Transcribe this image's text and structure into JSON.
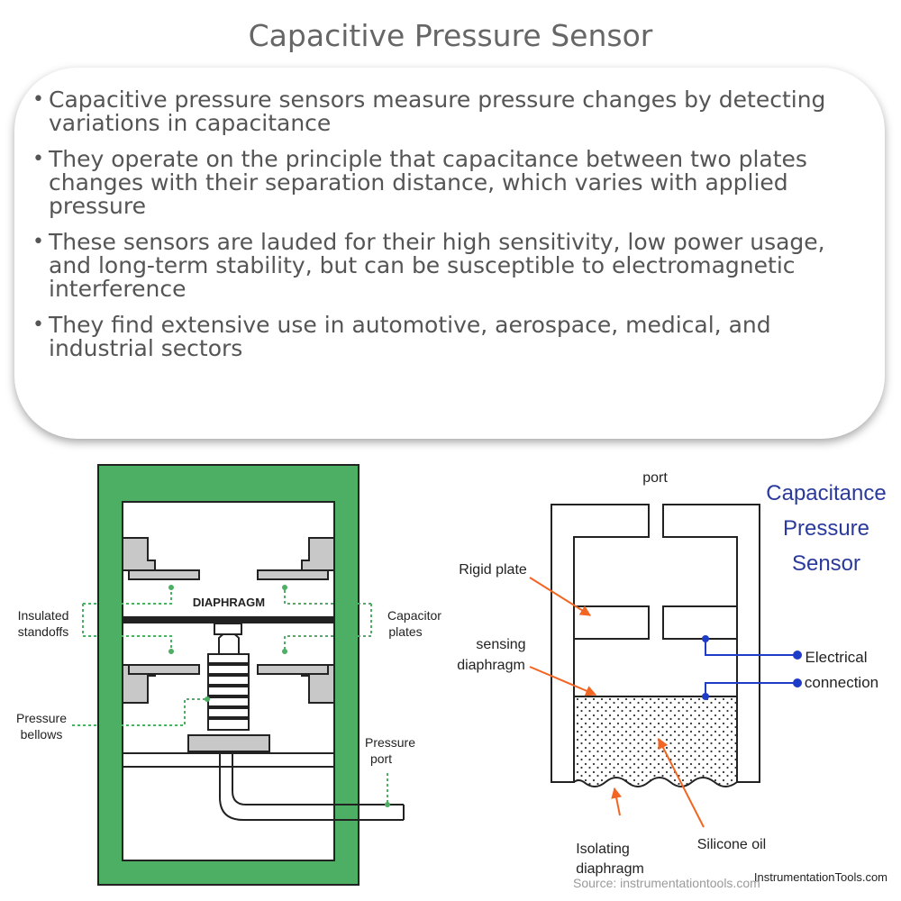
{
  "title": "Capacitive Pressure Sensor",
  "bullets": [
    "Capacitive pressure sensors measure pressure changes by detecting variations in capacitance",
    "They operate on the principle that capacitance between two plates changes with their separation distance, which varies with applied pressure",
    "These sensors are lauded for their high sensitivity, low power usage, and long-term stability, but can be susceptible to electromagnetic interference",
    "They find extensive use in automotive, aerospace, medical, and industrial sectors"
  ],
  "left_diagram": {
    "diaphragm": "DIAPHRAGM",
    "insulated_1": "Insulated",
    "insulated_2": "standoffs",
    "capacitor_1": "Capacitor",
    "capacitor_2": "plates",
    "bellows_1": "Pressure",
    "bellows_2": "bellows",
    "port_1": "Pressure",
    "port_2": "port",
    "colors": {
      "housing": "#4caf63",
      "stroke": "#222222",
      "fill": "#c8c8c8"
    }
  },
  "right_diagram": {
    "port": "port",
    "title_1": "Capacitance",
    "title_2": "Pressure",
    "title_3": "Sensor",
    "rigid_plate": "Rigid plate",
    "sensing_1": "sensing",
    "sensing_2": "diaphragm",
    "electrical_1": "Electrical",
    "electrical_2": "connection",
    "isolating_1": "Isolating",
    "isolating_2": "diaphragm",
    "silicone": "Silicone oil",
    "source": "Source: instrumentationtools.com",
    "brand": "InstrumentationTools.com",
    "colors": {
      "arrow": "#f26522",
      "wire": "#1e3cc8",
      "title": "#2a3a9c"
    }
  }
}
